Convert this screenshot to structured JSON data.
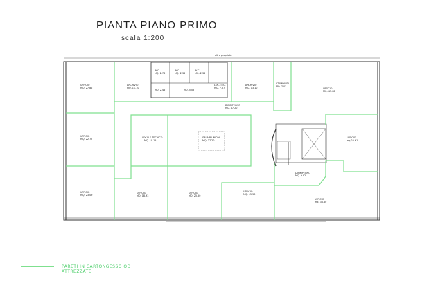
{
  "title": "PIANTA PIANO PRIMO",
  "scale": "scala 1:200",
  "neighbor_label": "altra proprietà",
  "colors": {
    "partition_wall": "#7fe08f",
    "structural_wall": "#333333"
  },
  "rooms": [
    {
      "name": "UFFICIO",
      "area": "MQ. 27.82"
    },
    {
      "name": "ARCHIVIO",
      "area": "MQ. 11.70"
    },
    {
      "name": "W.C.",
      "area": "MQ. 2.76"
    },
    {
      "name": "W.C.",
      "area": "MQ. 2.33"
    },
    {
      "name": "W.C.",
      "area": "MQ. 2.33"
    },
    {
      "name": "",
      "area": "MQ. 2.46"
    },
    {
      "name": "",
      "area": "MQ. 5.05"
    },
    {
      "name": "LOC. TEC.",
      "area": "MQ. 7.57"
    },
    {
      "name": "ARCHIVIO",
      "area": "MQ. 13.10"
    },
    {
      "name": "STAMPANTI",
      "area": "MQ. 7.03"
    },
    {
      "name": "UFFICIO",
      "area": "MQ. 45.08"
    },
    {
      "name": "DISIMPEGNO",
      "area": "MQ. 47.20"
    },
    {
      "name": "UFFICIO",
      "area": "MQ. 22.77"
    },
    {
      "name": "LOCALE TECNICO",
      "area": "MQ. 10.15"
    },
    {
      "name": "SALA RIUNIONI",
      "area": "MQ. 37.20"
    },
    {
      "name": "UFFICIO",
      "area": "mq 22.61"
    },
    {
      "name": "UFFICIO",
      "area": "MQ. 23.09"
    },
    {
      "name": "UFFICIO",
      "area": "MQ. 18.93"
    },
    {
      "name": "UFFICIO",
      "area": "MQ. 25.50"
    },
    {
      "name": "UFFICIO",
      "area": "MQ. 15.50"
    },
    {
      "name": "DISIMPEGNO",
      "area": "MQ. 9.82"
    },
    {
      "name": "UFFICIO",
      "area": "mq. 38.80"
    }
  ],
  "legend": {
    "label": "PARETI IN CARTONGESSO OD ATTREZZATE"
  }
}
